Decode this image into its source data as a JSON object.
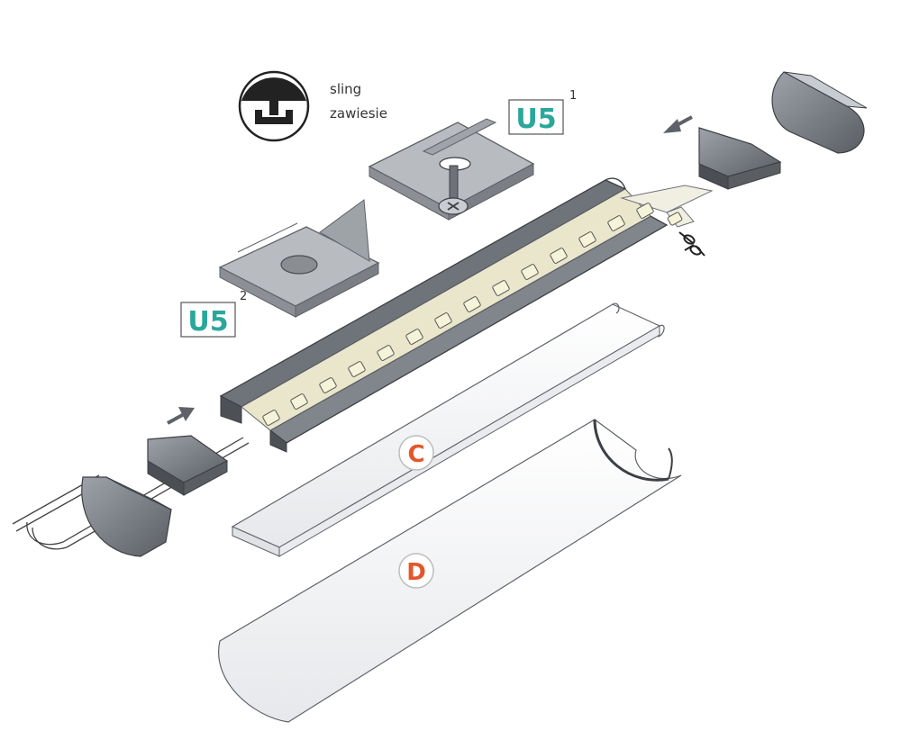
{
  "colors": {
    "accent_teal": "#2aa79b",
    "accent_orange": "#e3572a",
    "metal": "#8c9096",
    "metal_dark": "#5e6268",
    "metal_light": "#b7bbc0",
    "diffuser": "#f2f3f5",
    "line": "#444444"
  },
  "sling": {
    "label_en": "sling",
    "label_pl": "zawiesie",
    "icon": "sling-icon"
  },
  "mount_1": {
    "code": "U5",
    "index": "1"
  },
  "mount_2": {
    "code": "U5",
    "index": "2"
  },
  "cover_c": {
    "letter": "C"
  },
  "cover_d": {
    "letter": "D"
  },
  "icons": [
    "arrow-icon",
    "scissors-icon",
    "screw-icon"
  ]
}
